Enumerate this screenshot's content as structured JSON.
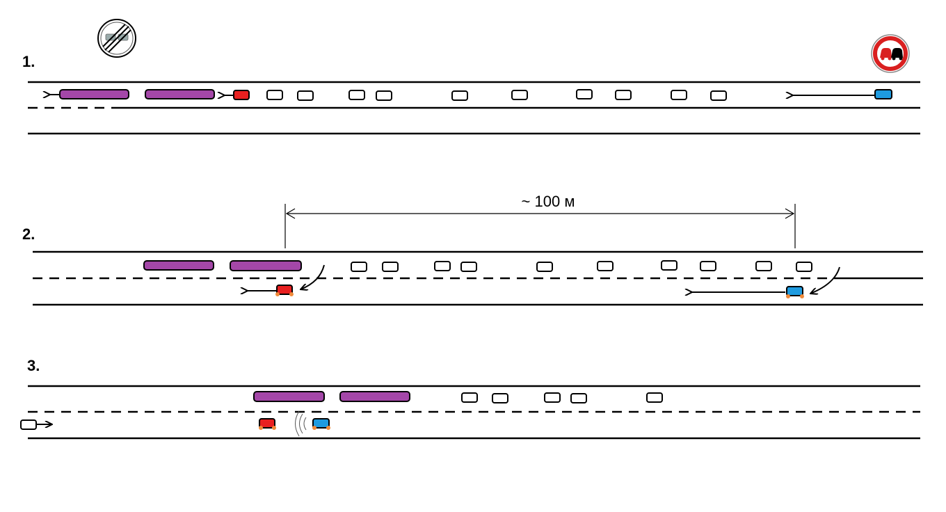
{
  "steps": [
    {
      "label": "1."
    },
    {
      "label": "2."
    },
    {
      "label": "3."
    }
  ],
  "distance_label": "~ 100 м",
  "colors": {
    "truck": "#a447a8",
    "red_car": "#e82020",
    "blue_car": "#1e9be0",
    "wheels": "#f08a3a",
    "sign_red": "#d92020"
  },
  "icons": {
    "end_no_overtaking_sign": "end-of-no-overtaking-sign-icon",
    "no_overtaking_sign": "no-overtaking-sign-icon",
    "sound_signal": "sound-waves-icon"
  }
}
